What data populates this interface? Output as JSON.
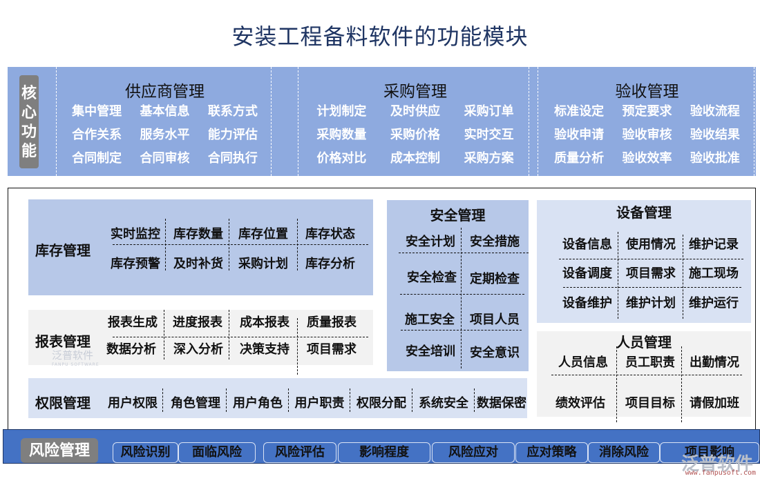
{
  "title": "安装工程备料软件的功能模块",
  "core": {
    "tag": [
      "核",
      "心",
      "功",
      "能"
    ],
    "modules": [
      {
        "title": "供应商管理",
        "items": [
          "集中管理",
          "基本信息",
          "联系方式",
          "合作关系",
          "服务水平",
          "能力评估",
          "合同制定",
          "合同审核",
          "合同执行"
        ]
      },
      {
        "title": "采购管理",
        "items": [
          "计划制定",
          "及时供应",
          "采购订单",
          "采购数量",
          "采购价格",
          "实时交互",
          "价格对比",
          "成本控制",
          "采购方案"
        ]
      },
      {
        "title": "验收管理",
        "items": [
          "标准设定",
          "预定要求",
          "验收流程",
          "验收申请",
          "验收审核",
          "验收结果",
          "质量分析",
          "验收效率",
          "验收批准"
        ]
      }
    ]
  },
  "inventory": {
    "title": "库存管理",
    "rows": [
      [
        "实时监控",
        "库存数量",
        "库存位置",
        "库存状态"
      ],
      [
        "库存预警",
        "及时补货",
        "采购计划",
        "库存分析"
      ]
    ]
  },
  "reports": {
    "title": "报表管理",
    "rows": [
      [
        "报表生成",
        "进度报表",
        "成本报表",
        "质量报表"
      ],
      [
        "数据分析",
        "深入分析",
        "决策支持",
        "项目需求"
      ]
    ]
  },
  "safety": {
    "title": "安全管理",
    "rows": [
      [
        "安全计划",
        "安全措施"
      ],
      [
        "安全检查",
        "定期检查"
      ],
      [
        "施工安全",
        "项目人员"
      ],
      [
        "安全培训",
        "安全意识"
      ]
    ]
  },
  "equipment": {
    "title": "设备管理",
    "rows": [
      [
        "设备信息",
        "使用情况",
        "维护记录"
      ],
      [
        "设备调度",
        "项目需求",
        "施工现场"
      ],
      [
        "设备维护",
        "维护计划",
        "维护运行"
      ]
    ]
  },
  "personnel": {
    "title": "人员管理",
    "rows": [
      [
        "人员信息",
        "员工职责",
        "出勤情况"
      ],
      [
        "绩效评估",
        "项目目标",
        "请假加班"
      ]
    ]
  },
  "permissions": {
    "title": "权限管理",
    "items": [
      "用户权限",
      "角色管理",
      "用户角色",
      "用户职责",
      "权限分配",
      "系统安全",
      "数据保密"
    ]
  },
  "risk": {
    "title": "风险管理",
    "items": [
      "风险识别",
      "面临风险",
      "风险评估",
      "影响程度",
      "风险应对",
      "应对策略",
      "消除风险",
      "项目影响"
    ]
  },
  "watermark": {
    "name": "泛普软件",
    "sub": "FANPU SOFTWARE",
    "url": "www.fanpusoft.com"
  },
  "colors": {
    "core_bg": "#8eaadf",
    "panel_blue": "#b7c8e8",
    "panel_light": "#d9e2f3",
    "panel_grey": "#f2f2f2",
    "risk_bg": "#4472c4",
    "tag_grey": "#7f7f7f",
    "title": "#1f3563"
  }
}
